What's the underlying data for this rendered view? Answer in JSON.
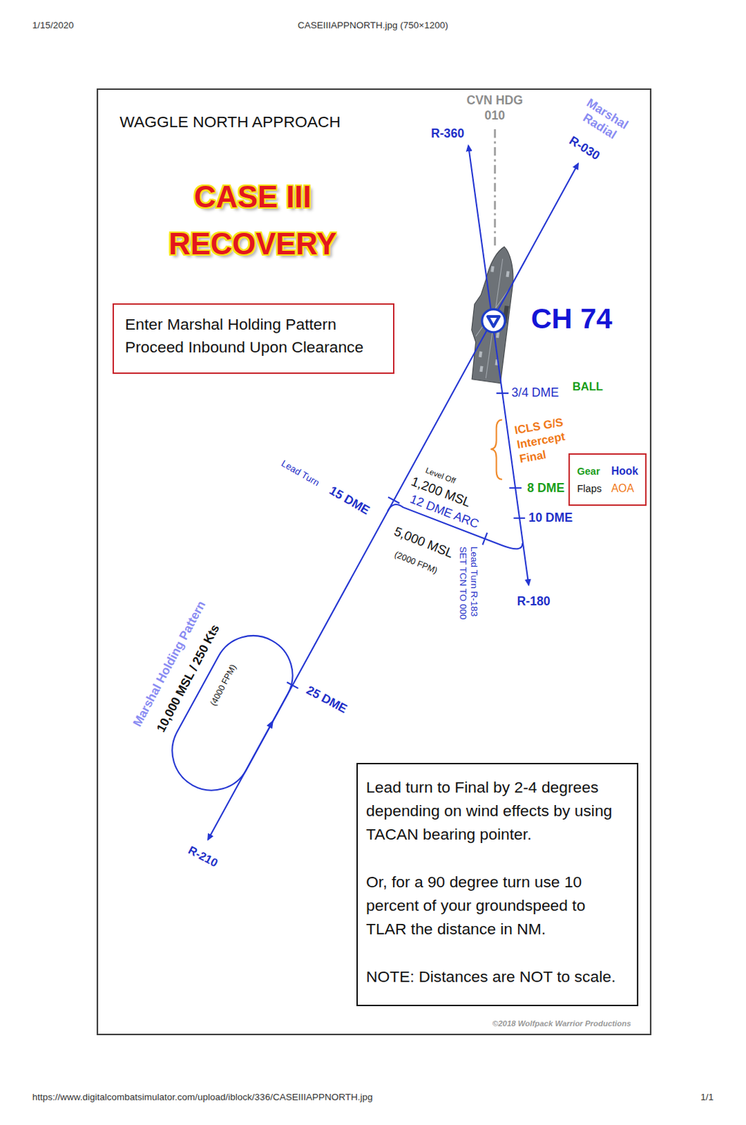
{
  "diagram": {
    "title": "CASE III RECOVERY",
    "nodes": [
      {
        "text": [
          "WAGGLE NORTH APPROACH"
        ]
      },
      {
        "text": [
          "Enter Marshal Holding Pattern Proceed Inbound Upon Clearance"
        ],
        "in": 0
      },
      {
        "text": [
          "Gear",
          "Hook",
          "Flaps",
          "AOA"
        ],
        "in": 0
      },
      {
        "text": [
          "Lead turn to Final by 2-4 degrees depending on wind effects by using TACAN bearing pointer.",
          "Or, for a 90 degree turn use 10 percent of your groundspeed to TLAR the distance in NM.",
          "NOTE: Distances are NOT to scale."
        ],
        "in": 0
      }
    ],
    "labels": [
      "1/15/2020",
      "CASEIIIAPPNORTH.jpg (750×1200)",
      "CVN HDG 010",
      "R-360",
      "Marshal Radial",
      "R-030",
      "CH 74",
      "3/4 DME",
      "BALL",
      "ICLS G/S Intercept Final",
      "Level Off",
      "1,200 MSL",
      "12 DME ARC",
      "8 DME",
      "Lead Turn",
      "15 DME",
      "10 DME",
      "5,000 MSL",
      "(2000 FPM)",
      "Lead Turn R-183 SET TCN TO 000",
      "R-180",
      "Marshal Holding Pattern",
      "10,000 MSL / 250 Kts",
      "(4000 FPM)",
      "25 DME",
      "R-210",
      "©2018 Wolfpack Warrior Productions",
      "https://www.digitalcombatsimulator.com/upload/iblock/336/CASEIIIAPPNORTH.jpg",
      "1/1"
    ]
  }
}
